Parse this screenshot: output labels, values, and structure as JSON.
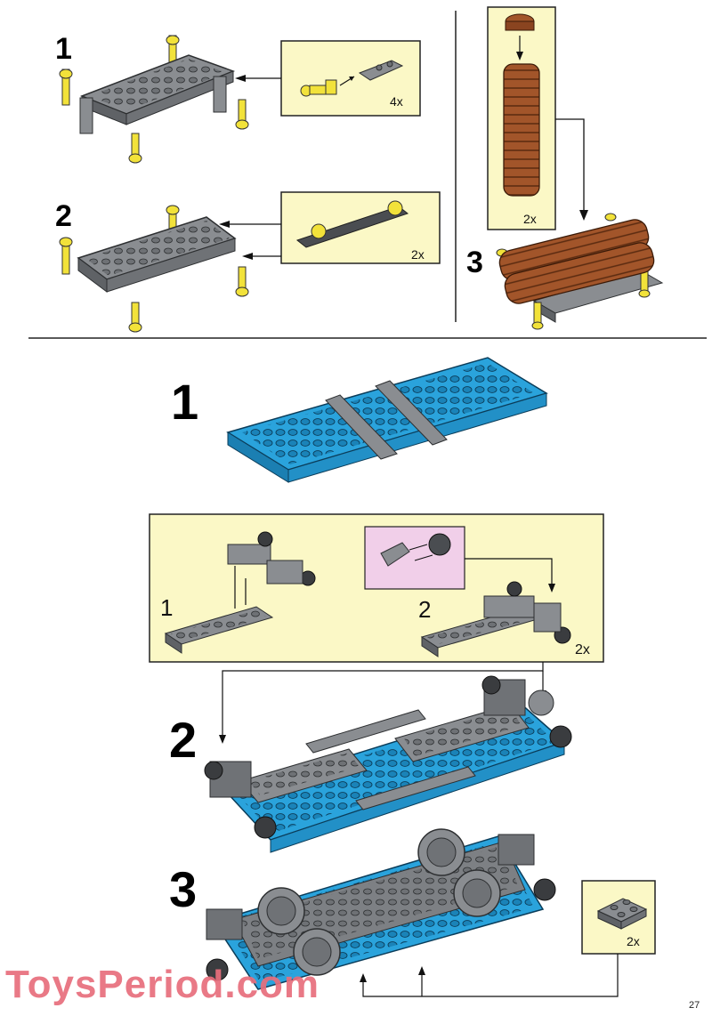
{
  "top_left": {
    "step1": {
      "number": "1",
      "callout_qty": "4x"
    },
    "step2": {
      "number": "2",
      "callout_qty": "2x"
    }
  },
  "top_right": {
    "step3": {
      "number": "3",
      "callout_qty": "2x"
    }
  },
  "bottom": {
    "step1": {
      "number": "1"
    },
    "sub_callout": {
      "sub1": "1",
      "sub2": "2",
      "qty": "2x"
    },
    "step2": {
      "number": "2"
    },
    "step3": {
      "number": "3",
      "callout_qty": "2x"
    }
  },
  "footer": {
    "watermark": "ToysPeriod.com",
    "page_number": "27"
  },
  "colors": {
    "callout_bg": "#fbf8c6",
    "sub_callout_bg": "#f1cfe9",
    "baseplate_blue": "#2aa3dc",
    "plate_gray": "#8a8d91",
    "axle_yellow": "#f2e23a",
    "log_brown": "#9a4a22"
  }
}
